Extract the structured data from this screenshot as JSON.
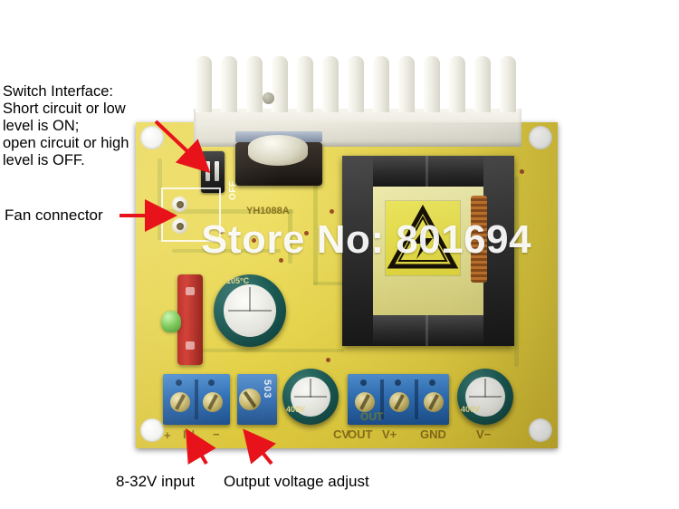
{
  "image": {
    "subject": "DC-DC boost converter power supply module photo with callout annotations",
    "watermark": "Store No: 801694"
  },
  "annotations": [
    {
      "id": "switch-interface",
      "text": "Switch Interface:\nShort circuit or low\nlevel is ON;\nopen circuit or high\nlevel is OFF.",
      "arrow_color": "#e8131a"
    },
    {
      "id": "fan-connector",
      "text": "Fan connector",
      "arrow_color": "#e8131a"
    },
    {
      "id": "input-voltage",
      "text": "8-32V input",
      "arrow_color": "#e8131a"
    },
    {
      "id": "output-voltage-adjust",
      "text": "Output voltage adjust",
      "arrow_color": "#e8131a"
    }
  ],
  "board": {
    "color": "#e8d64f",
    "silkscreen_part_number": "YH1088A",
    "switch_label": "OFF",
    "terminals": {
      "input_plus": "+",
      "input_name": "IN",
      "input_minus": "−",
      "cv_label": "CV",
      "output_label": "OUT",
      "output_vplus": "V+",
      "output_gnd": "GND",
      "output_vminus": "V−"
    },
    "components": {
      "trimmer_marking": "503",
      "cap_green_marking": "400V",
      "cap_big_marking": "105°C"
    }
  }
}
